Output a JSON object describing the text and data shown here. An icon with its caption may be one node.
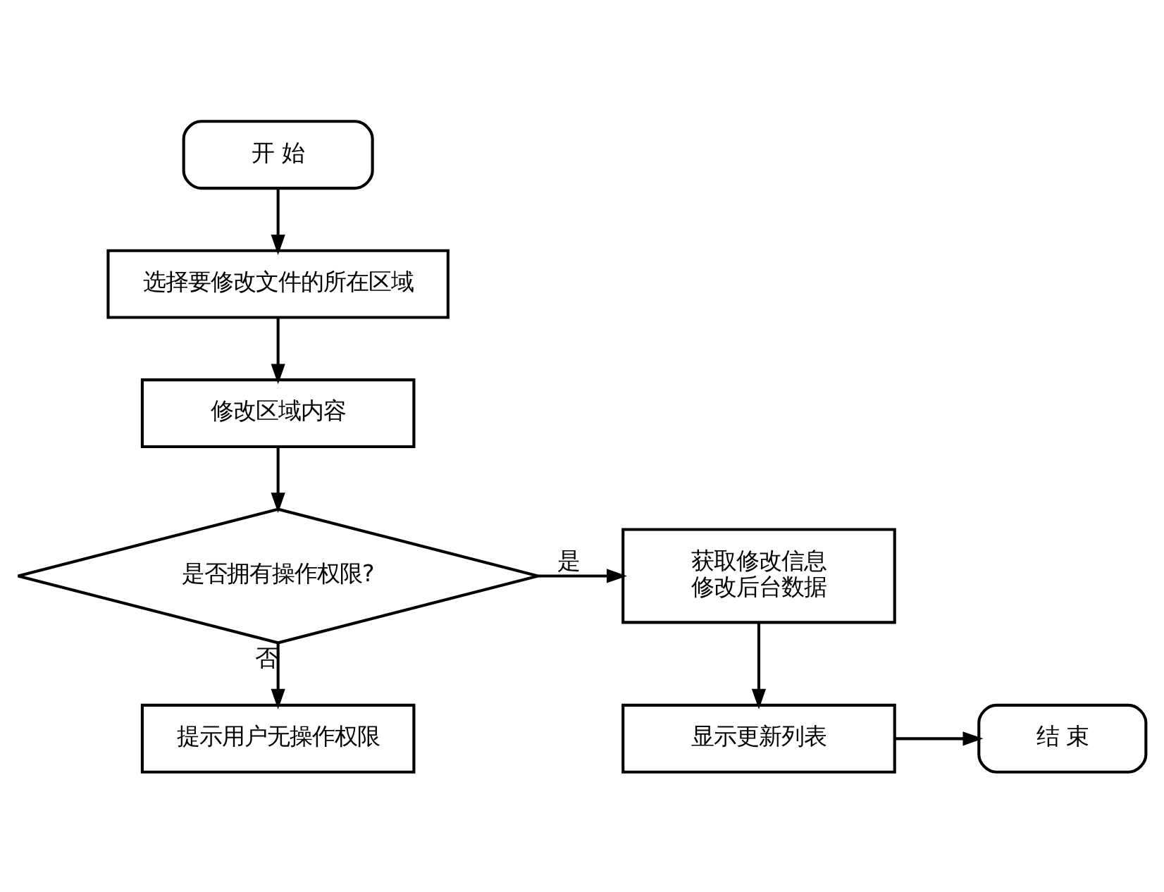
{
  "diagram": {
    "nodes": [
      {
        "text": [
          "开 始"
        ]
      },
      {
        "text": [
          "选择要修改文件的所在区域"
        ]
      },
      {
        "text": [
          "修改区域内容"
        ]
      },
      {
        "text": [
          "是否拥有操作权限?"
        ]
      },
      {
        "text": [
          "获取修改信息",
          "修改后台数据"
        ]
      },
      {
        "text": [
          "提示用户无操作权限"
        ]
      },
      {
        "text": [
          "显示更新列表"
        ]
      },
      {
        "text": [
          "结 束"
        ]
      }
    ],
    "edges": [
      {
        "from": 0,
        "to": 1,
        "arrow": "to"
      },
      {
        "from": 1,
        "to": 2,
        "arrow": "to"
      },
      {
        "from": 2,
        "to": 3,
        "arrow": "to"
      },
      {
        "from": 3,
        "to": 4,
        "arrow": "to",
        "label": "是"
      },
      {
        "from": 3,
        "to": 5,
        "arrow": "to",
        "label": "否"
      },
      {
        "from": 4,
        "to": 6,
        "arrow": "to"
      },
      {
        "from": 6,
        "to": 7,
        "arrow": "to"
      }
    ]
  }
}
